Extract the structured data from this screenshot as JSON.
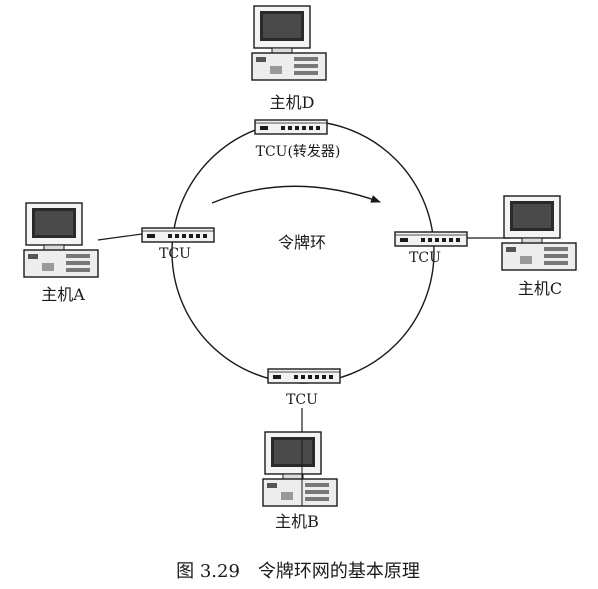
{
  "ring_label": "令牌环",
  "hosts": {
    "d": {
      "label": "主机D",
      "tcu_label": "TCU(转发器)"
    },
    "a": {
      "label": "主机A",
      "tcu_label": "TCU"
    },
    "c": {
      "label": "主机C",
      "tcu_label": "TCU"
    },
    "b": {
      "label": "主机B",
      "tcu_label": "TCU"
    }
  },
  "caption": "图 3.29　令牌环网的基本原理"
}
